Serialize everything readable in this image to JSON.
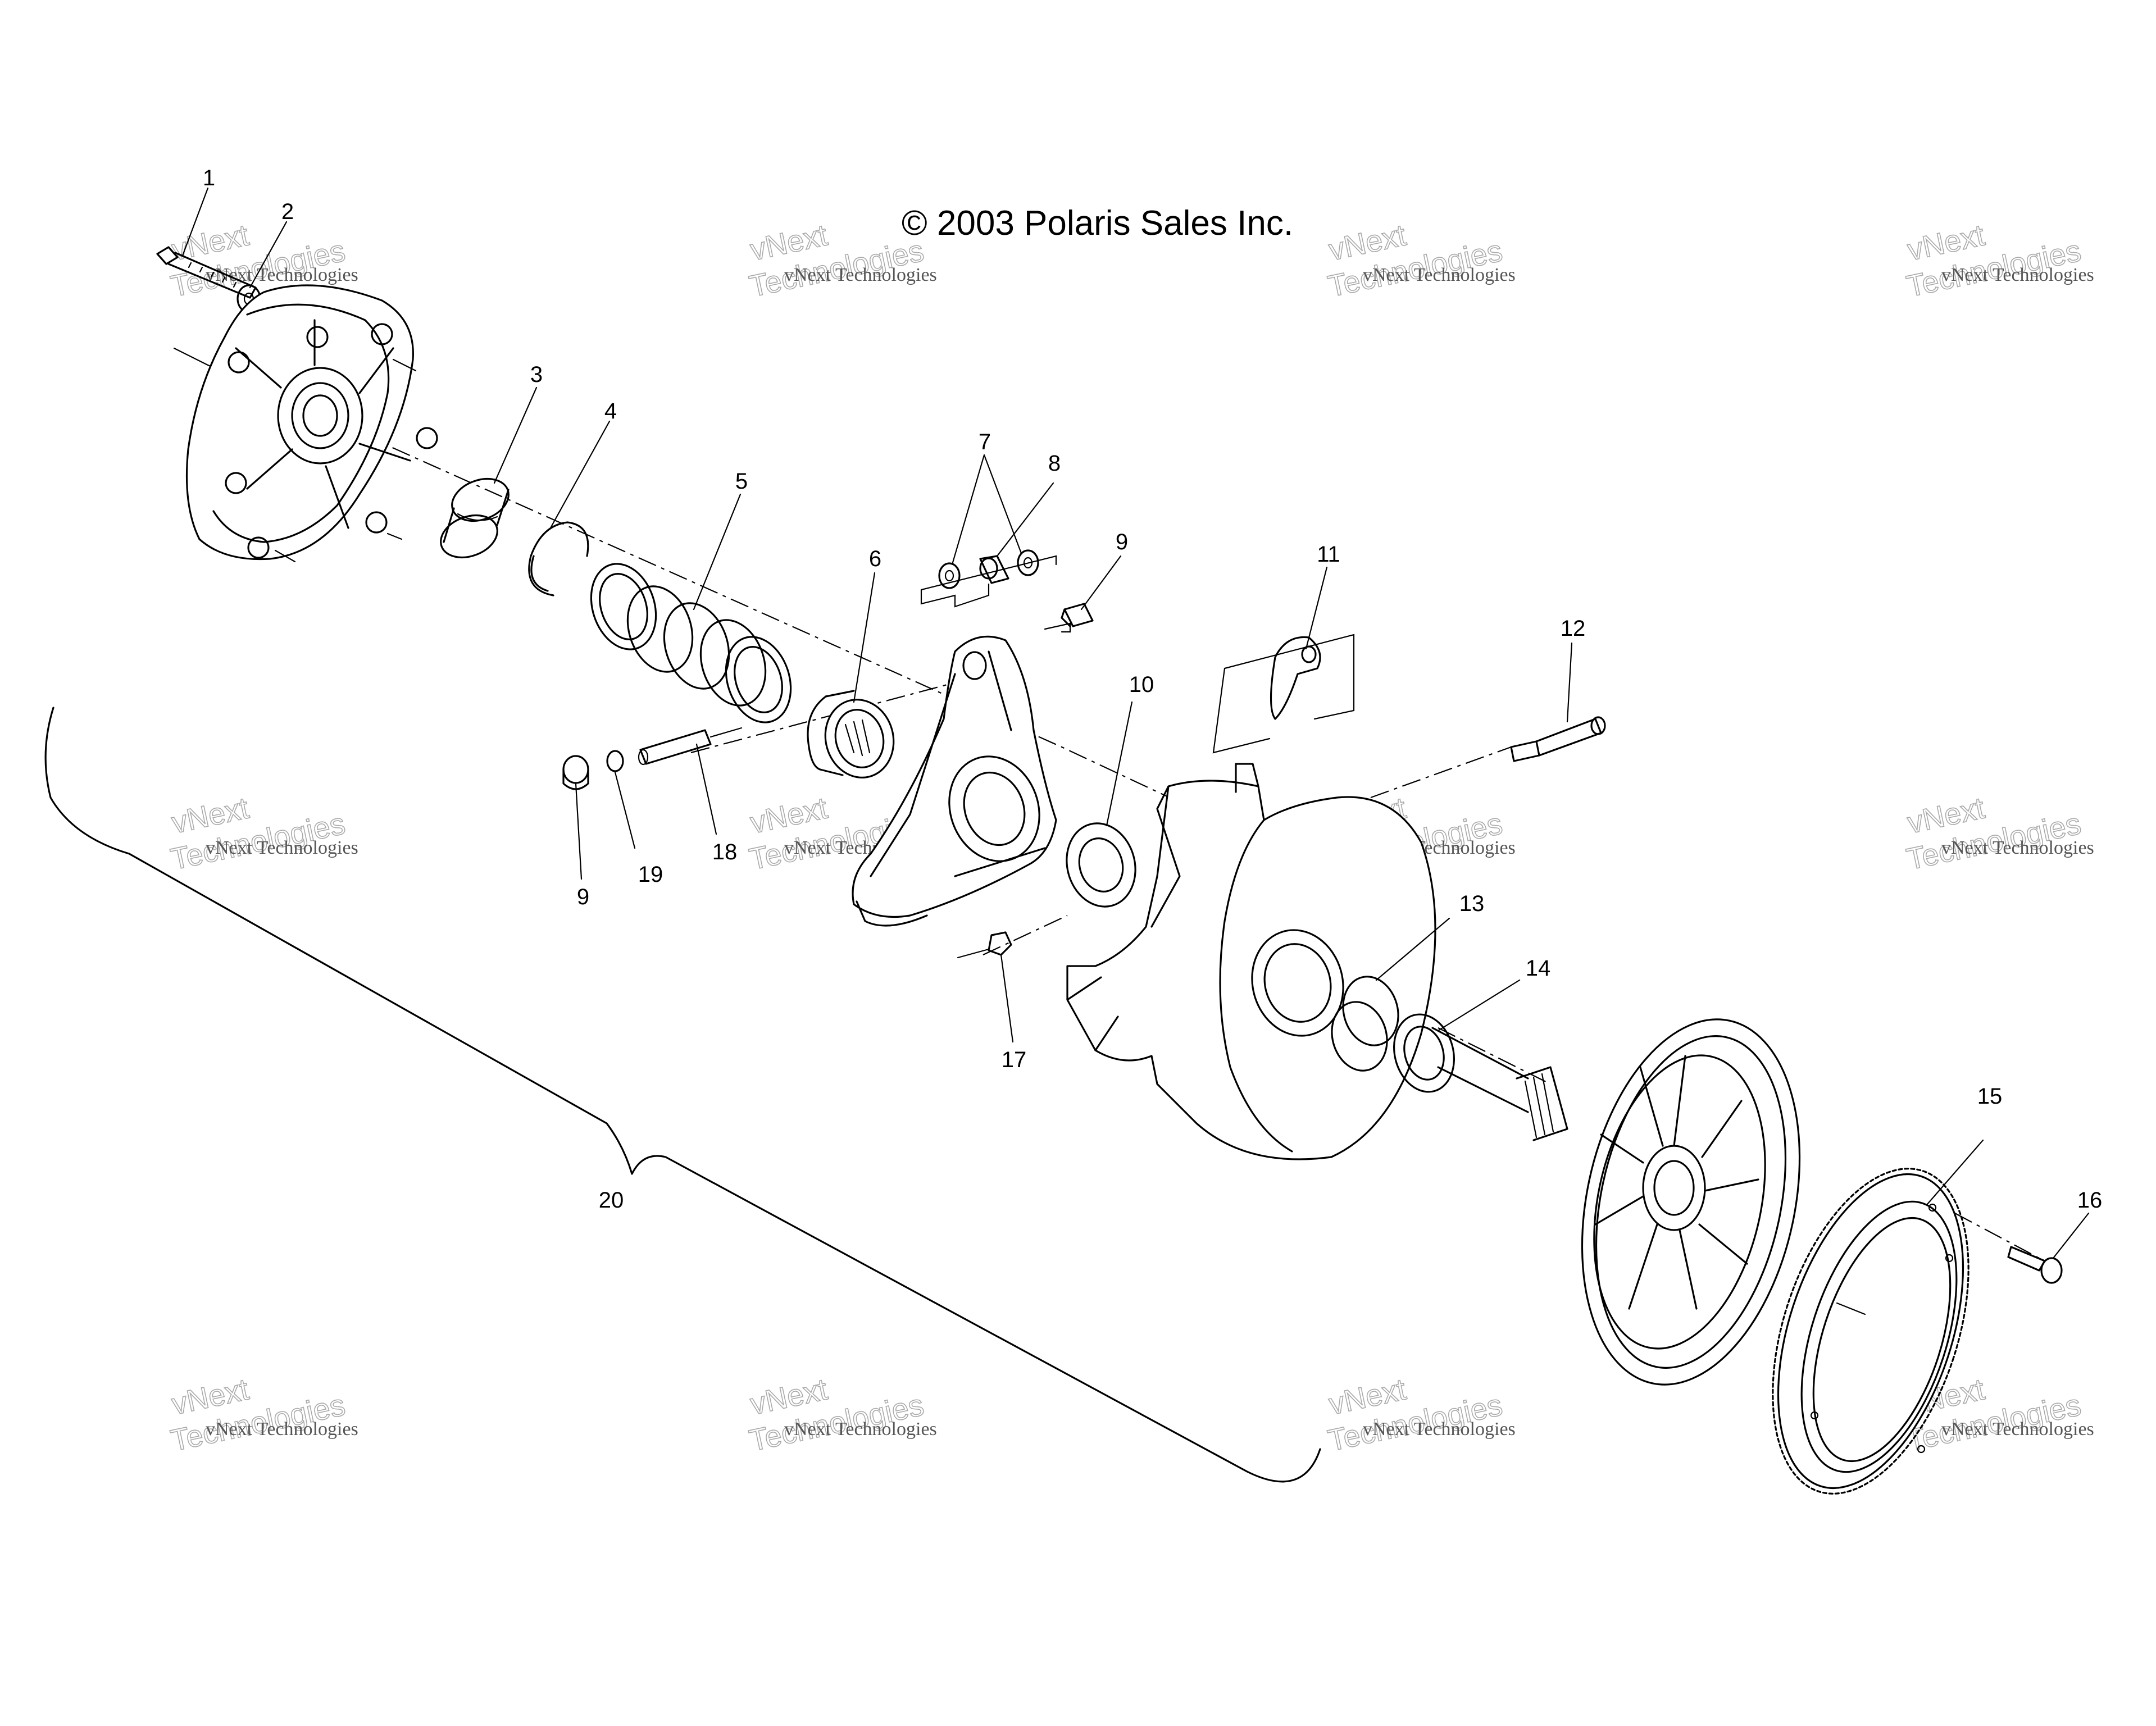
{
  "copyright": "© 2003 Polaris Sales Inc.",
  "watermark": {
    "line1": "vNext Technologies",
    "line2": "vNext",
    "line3": "Technologies"
  },
  "callouts": [
    "1",
    "2",
    "3",
    "4",
    "5",
    "6",
    "7",
    "8",
    "9",
    "9",
    "10",
    "11",
    "12",
    "13",
    "14",
    "15",
    "16",
    "17",
    "18",
    "19",
    "20"
  ]
}
